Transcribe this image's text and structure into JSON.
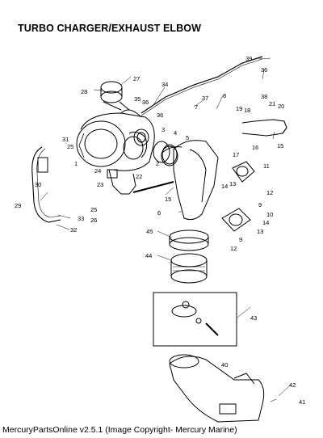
{
  "title": "TURBO CHARGER/EXHAUST ELBOW",
  "footer": "MercuryPartsOnline v2.5.1 (Image Copyright- Mercury Marine)",
  "callouts": [
    "1",
    "2",
    "3",
    "4",
    "5",
    "6",
    "7",
    "8",
    "9",
    "10",
    "11",
    "12",
    "13",
    "14",
    "15",
    "16",
    "17",
    "18",
    "19",
    "20",
    "21",
    "22",
    "23",
    "24",
    "25",
    "26",
    "27",
    "28",
    "29",
    "30",
    "31",
    "32",
    "33",
    "34",
    "35",
    "36",
    "37",
    "38",
    "39",
    "40",
    "41",
    "42",
    "43",
    "44",
    "45"
  ]
}
